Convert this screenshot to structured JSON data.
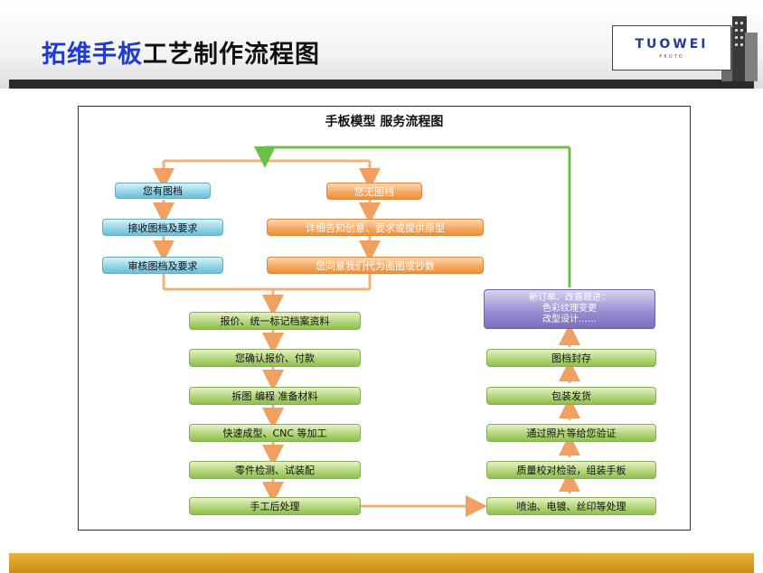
{
  "header": {
    "title_blue": "拓维手板",
    "title_black": "工艺制作流程图",
    "logo_text": "TUOWEI",
    "logo_sub": "PROTO"
  },
  "chart": {
    "title": "手板模型  服务流程图",
    "left": {
      "has_file": "您有图档",
      "receive": "接收图档及要求",
      "review": "审核图档及要求"
    },
    "right": {
      "no_file": "您无图档",
      "detail": "详细告知创意、要求或提供原型",
      "agree": "您同意我们代为画图或抄数"
    },
    "center": [
      "报价、统一标记档案资料",
      "您确认报价、付款",
      "拆图   编程   准备材料",
      "快速成型、CNC 等加工",
      "零件检测、试装配",
      "手工后处理"
    ],
    "back": [
      "喷油、电镀、丝印等处理",
      "质量校对检验，组装手板",
      "通过照片等给您验证",
      "包装发货",
      "图档封存"
    ],
    "purple_lines": [
      "新订单、改善跟进：",
      "色彩纹理变更",
      "改型设计……"
    ]
  }
}
